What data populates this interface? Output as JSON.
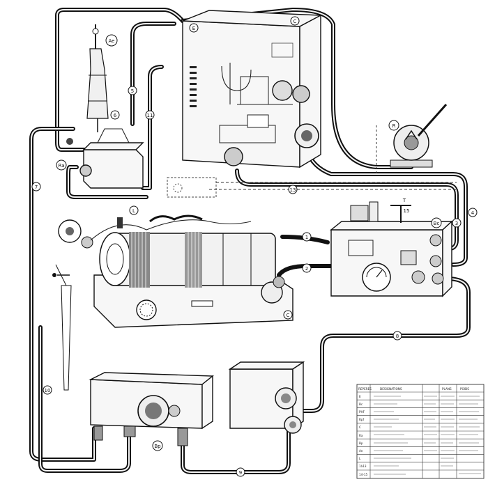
{
  "labels": {
    "E": "E",
    "Ae": "Ae",
    "Ra": "Ra",
    "Bp": "Bp",
    "Bc": "Bc",
    "L": "L",
    "C": "C",
    "c_top": "C",
    "Rpf": "R",
    "T": "T",
    "n1": "1",
    "n2": "2",
    "n3": "3",
    "n4": "4",
    "n5": "5",
    "n6": "6",
    "n7": "7",
    "n8": "8",
    "n9": "9",
    "n10": "10",
    "n11": "11",
    "n13": "13",
    "n15": "15"
  },
  "legend": {
    "headers": [
      "REPERES",
      "DESIGNATIONS",
      "",
      "PLANS",
      "POIDS"
    ],
    "rows": [
      [
        "E",
        "",
        "",
        "",
        ""
      ],
      [
        "Bc",
        "",
        "",
        "",
        ""
      ],
      [
        "PHF",
        "",
        "",
        "",
        ""
      ],
      [
        "Rpf",
        "",
        "",
        "",
        ""
      ],
      [
        "C",
        "",
        "",
        "",
        ""
      ],
      [
        "Ra",
        "",
        "",
        "",
        ""
      ],
      [
        "Bp",
        "",
        "",
        "",
        ""
      ],
      [
        "Ae",
        "",
        "",
        "",
        ""
      ],
      [
        "L",
        "",
        "",
        "",
        ""
      ],
      [
        "1à13",
        "",
        "",
        "",
        ""
      ],
      [
        "14-15",
        "",
        "",
        "",
        ""
      ]
    ]
  }
}
